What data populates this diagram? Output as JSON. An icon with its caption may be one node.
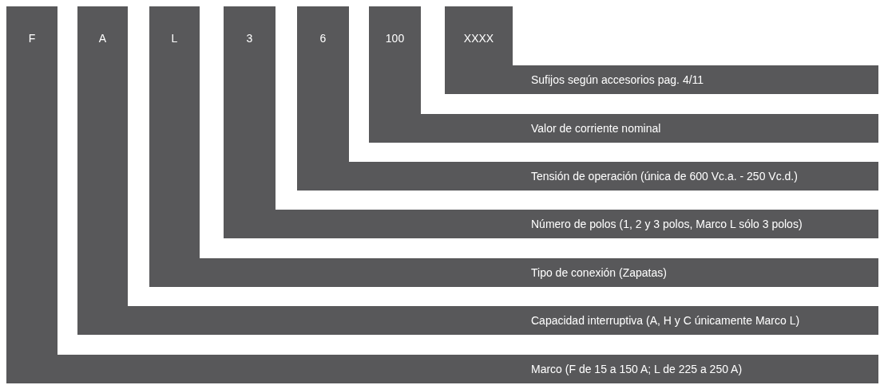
{
  "diagram": {
    "nodes": [
      {
        "text": [
          "F",
          "Marco (F de 15 a 150 A; L de 225 a 250 A)"
        ]
      },
      {
        "text": [
          "A",
          "Capacidad interruptiva (A, H y C únicamente Marco L)"
        ]
      },
      {
        "text": [
          "L",
          "Tipo de conexión (Zapatas)"
        ]
      },
      {
        "text": [
          "3",
          "Número de polos (1, 2 y 3 polos, Marco L sólo 3 polos)"
        ]
      },
      {
        "text": [
          "6",
          "Tensión de operación (única de 600 Vc.a. - 250 Vc.d.)"
        ]
      },
      {
        "text": [
          "100",
          "Valor de corriente nominal"
        ]
      },
      {
        "text": [
          "XXXX",
          "Sufijos según accesorios pag. 4/11"
        ]
      }
    ]
  }
}
